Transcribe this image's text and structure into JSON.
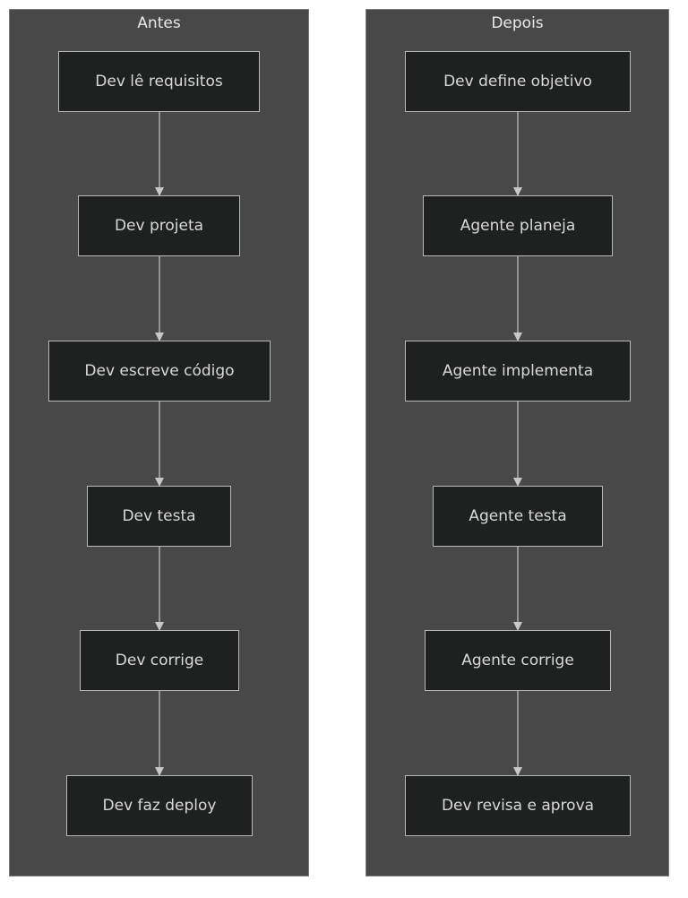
{
  "colors": {
    "panel_background": "#484848",
    "panel_border": "#7a7a7a",
    "node_background": "#1f2020",
    "node_border": "#b9b9b9",
    "node_text": "#d9d9d9",
    "edge": "#c8c8c8"
  },
  "antes": {
    "title": "Antes",
    "nodes": [
      "Dev lê requisitos",
      "Dev projeta",
      "Dev escreve código",
      "Dev testa",
      "Dev corrige",
      "Dev faz deploy"
    ]
  },
  "depois": {
    "title": "Depois",
    "nodes": [
      "Dev define objetivo",
      "Agente planeja",
      "Agente implementa",
      "Agente testa",
      "Agente corrige",
      "Dev revisa e aprova"
    ]
  }
}
